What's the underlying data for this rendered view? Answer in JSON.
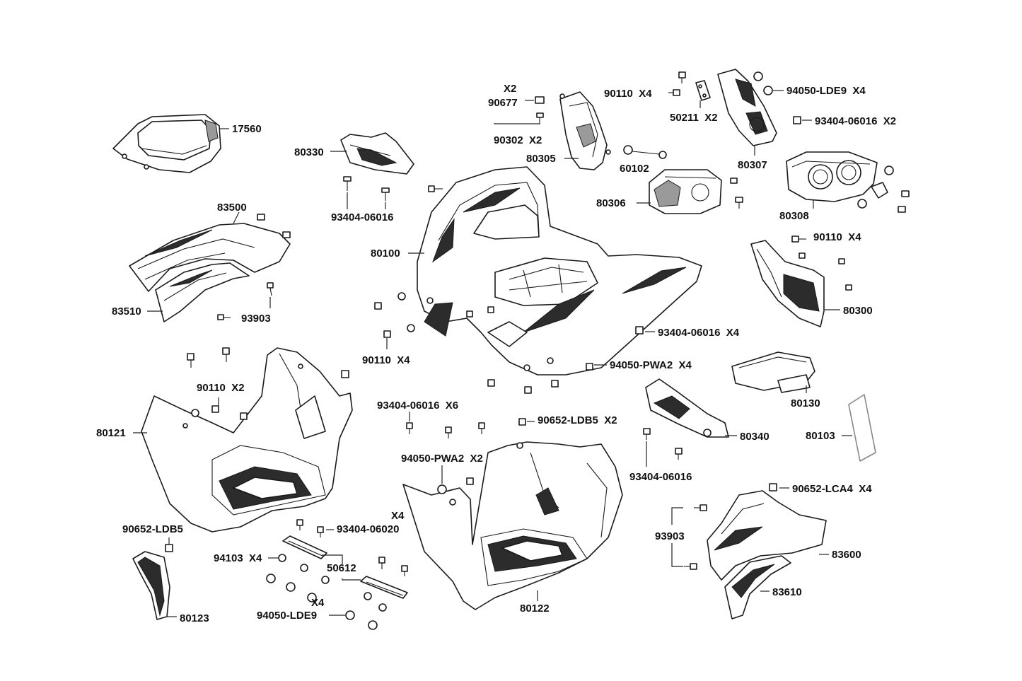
{
  "parts": {
    "p17560": "17560",
    "p80330": "80330",
    "p93404_06016_a": "93404-06016",
    "p83500": "83500",
    "p83510": "83510",
    "p93903_a": "93903",
    "p80100": "80100",
    "p90110_x4_a": "90110  X4",
    "p80121": "80121",
    "p90110_x2": "90110  X2",
    "p90652_ldb5": "90652-LDB5",
    "p94103": "94103  X4",
    "p93404_06020": "93404-06020",
    "p50612": "50612",
    "x4_top": "X4",
    "x4_bottom": "X4",
    "p94050_lde9_a": "94050-LDE9",
    "p80123": "80123",
    "x2_top": "X2",
    "p90677": "90677",
    "p90302": "90302  X2",
    "p80305": "80305",
    "p60102": "60102",
    "p80306": "80306",
    "p90110_x4_b": "90110  X4",
    "p50211": "50211  X2",
    "p94050_lde9_b": "94050-LDE9  X4",
    "p93404_06016_x2": "93404-06016  X2",
    "p80307": "80307",
    "p80308": "80308",
    "p90110_x4_c": "90110  X4",
    "p80300": "80300",
    "p93404_06016_x4": "93404-06016  X4",
    "p94050_pwa2_x4": "94050-PWA2  X4",
    "p93404_06016_x6": "93404-06016  X6",
    "p90652_ldb5_x2": "90652-LDB5  X2",
    "p94050_pwa2_x2": "94050-PWA2  X2",
    "p80122": "80122",
    "p80130": "80130",
    "p80340": "80340",
    "p93404_06016_b": "93404-06016",
    "p80103": "80103",
    "p90652_lca4": "90652-LCA4  X4",
    "p93903_b": "93903",
    "p83600": "83600",
    "p83610": "83610"
  }
}
